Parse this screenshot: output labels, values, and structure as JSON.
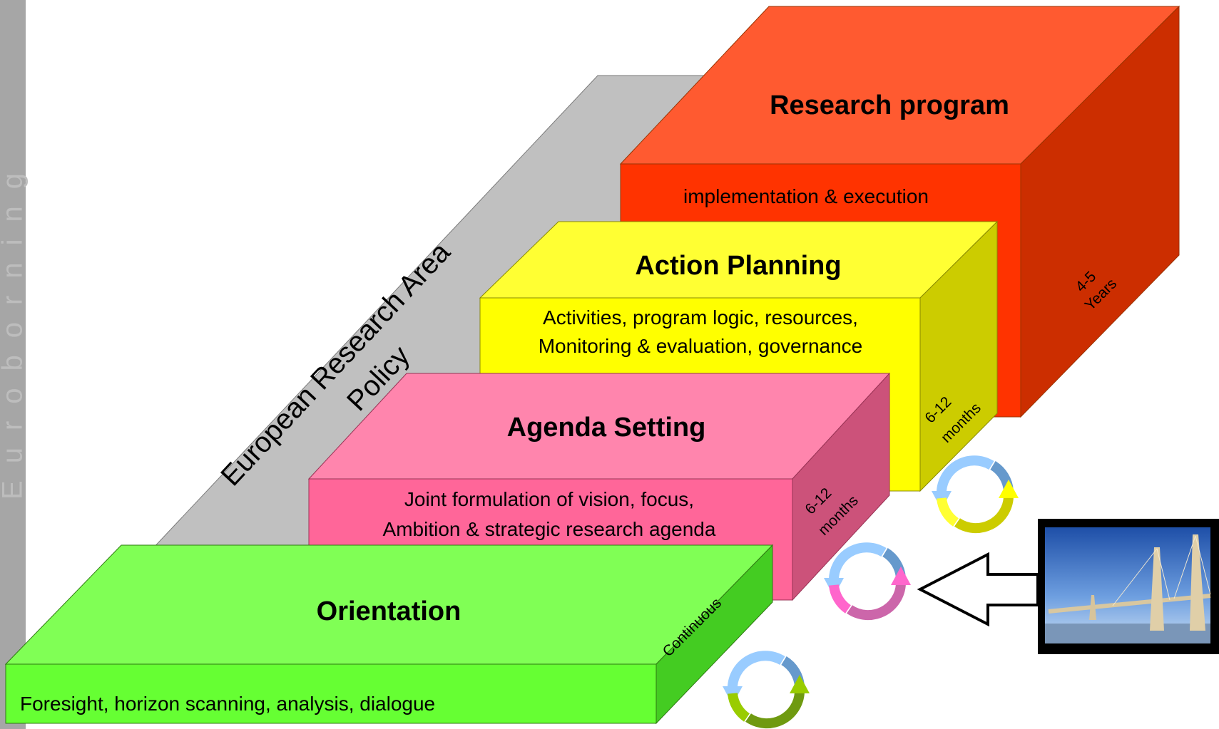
{
  "sidebar": {
    "watermark": "Euroborning"
  },
  "policy_band": {
    "line1": "European Research Area",
    "line2": "Policy"
  },
  "stages": {
    "research_program": {
      "title": "Research program",
      "description": "implementation & execution",
      "duration_line1": "4-5",
      "duration_line2": "Years",
      "color_front": "#ff3300",
      "color_top": "#ff5a30",
      "color_side": "#cc2e00"
    },
    "action_planning": {
      "title": "Action Planning",
      "description_line1": "Activities, program logic, resources,",
      "description_line2": "Monitoring & evaluation, governance",
      "duration_line1": "6-12",
      "duration_line2": "months",
      "color_front": "#ffff00",
      "color_top": "#ffff33",
      "color_side": "#cccc00"
    },
    "agenda_setting": {
      "title": "Agenda Setting",
      "description_line1": "Joint formulation of vision, focus,",
      "description_line2": "Ambition & strategic research agenda",
      "duration_line1": "6-12",
      "duration_line2": "months",
      "color_front": "#ff6699",
      "color_top": "#ff85ad",
      "color_side": "#cc527a"
    },
    "orientation": {
      "title": "Orientation",
      "description": "Foresight, horizon scanning, analysis, dialogue",
      "duration": "Continuous",
      "color_front": "#66ff33",
      "color_top": "#80ff55",
      "color_side": "#44cc22"
    }
  },
  "icons": {
    "cycle_colors": [
      "#99ccff",
      "#ffff00",
      "#ff66cc",
      "#99cc00"
    ]
  }
}
